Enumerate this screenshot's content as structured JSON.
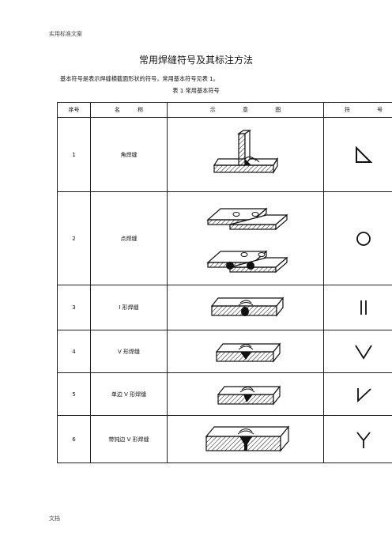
{
  "header": {
    "text": "实用标准文案"
  },
  "footer": {
    "text": "文档"
  },
  "title": "常用焊缝符号及其标注方法",
  "intro": "基本符号是表示焊缝横截面形状的符号，常用基本符号见表 1。",
  "caption": "表 1    常用基本符号",
  "table": {
    "headers": [
      "序号",
      "名 称",
      "示 意 图",
      "符 号"
    ],
    "rows": [
      {
        "no": "1",
        "name": "角焊缝",
        "illustration": "fillet-weld-illustration",
        "symbol": "fillet-weld-symbol-icon"
      },
      {
        "no": "2",
        "name": "点焊缝",
        "illustration": "spot-weld-illustration",
        "symbol": "spot-weld-symbol-icon"
      },
      {
        "no": "3",
        "name": "I 形焊缝",
        "illustration": "i-groove-weld-illustration",
        "symbol": "i-groove-symbol-icon"
      },
      {
        "no": "4",
        "name": "V 形焊缝",
        "illustration": "v-groove-weld-illustration",
        "symbol": "v-groove-symbol-icon"
      },
      {
        "no": "5",
        "name": "单边 V 形焊缝",
        "illustration": "bevel-weld-illustration",
        "symbol": "bevel-symbol-icon"
      },
      {
        "no": "6",
        "name": "带钝边 V 形焊缝",
        "illustration": "v-root-face-weld-illustration",
        "symbol": "y-groove-symbol-icon"
      }
    ]
  }
}
